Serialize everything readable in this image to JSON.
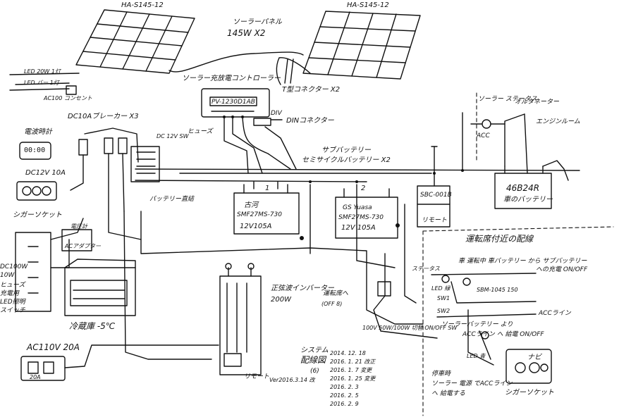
{
  "panels": {
    "left_model": "HA-S145-12",
    "right_model": "HA-S145-12",
    "title": "ソーラーパネル",
    "spec": "145W X2"
  },
  "controller": {
    "title": "ソーラー充放電コントローラー",
    "model": "PV-1230D1AB",
    "sub_label": "DIV",
    "fuse_label": "ヒューズ",
    "connector_label": "T型コネクター X2",
    "din_label": "DINコネクター"
  },
  "breaker": {
    "label": "DC10Aブレーカー X3"
  },
  "clock": {
    "label": "電波時計",
    "display": "00:00"
  },
  "dc_outlet": {
    "label": "DC12V 10A",
    "socket_label": "シガーソケット"
  },
  "led_lines": {
    "line1": "LED 20W 1灯",
    "line2": "LED バー 1灯",
    "outlet": "AC100 コンセント"
  },
  "left_edge": {
    "line1": "DC100W",
    "line2": "10W",
    "line3": "ヒューズ",
    "line4": "充電用",
    "line5": "LED照明",
    "line6": "スイッチ"
  },
  "sub_battery": {
    "title": "サブバッテリー",
    "subtitle": "セミサイクルバッテリー X2",
    "b1": {
      "num": "1",
      "brand": "古河",
      "model": "SMF27MS-730",
      "spec": "12V105A"
    },
    "b2": {
      "num": "2",
      "brand": "GS Yuasa",
      "model": "SMF27MS-730",
      "spec": "12V 105A"
    }
  },
  "isolator": {
    "model": "SBC-001B",
    "remote": "リモート"
  },
  "engine": {
    "alternator": "オルタネーター",
    "room": "エンジンルーム",
    "relay": "ACC",
    "status": "ソーラー ステータス"
  },
  "car_battery": {
    "model": "46B24R",
    "label": "車のバッテリー"
  },
  "fridge": {
    "label": "冷蔵庫 -5℃",
    "sub": "ACアダプター"
  },
  "inverter": {
    "title": "正弦波インバーター",
    "spec": "200W",
    "remote": "リモート"
  },
  "ac_outlet": {
    "label": "AC110V 20A",
    "tag": "20A"
  },
  "driver_area": {
    "title": "運転席付近の配線",
    "item1": "車 運転中 車バッテリー から サブバッテリー",
    "item2": "への充電 ON/OFF",
    "sbm": "SBM-1045 150",
    "acc": "ACCライン",
    "item3": "ソーラーバッテリー より",
    "item4": "ACCライン へ 給電 ON/OFF",
    "sw1": "SW1",
    "sw2": "SW2",
    "led_green": "LED 緑",
    "led_blue": "LED 青",
    "parking1": "停車時",
    "parking2": "ソーラー 電源 でACCライン",
    "parking3": "へ 給電する",
    "navi": "ナビ",
    "socket": "シガーソケット"
  },
  "misc": {
    "battery_relay": "バッテリー直結",
    "switch_label": "DC 12V SW",
    "meter": "電圧計",
    "relay_label": "100V 50W/100W 切替 ON/OFF SW",
    "unit_left": "運転席へ",
    "unit_left2": "(OFF 8)",
    "step": "ステータス"
  },
  "system_note": {
    "title": "システム",
    "subtitle": "配線図",
    "rev": "(6)",
    "dates": [
      "2014. 12. 18",
      "2016. 1. 21 改正",
      "2016. 1. 7 変更",
      "2016. 1. 25 変更",
      "2016. 2. 3",
      "2016. 2. 5",
      "2016. 2. 9"
    ],
    "updated": "Ver2016.3.14 改"
  },
  "colors": {
    "ink": "#111111",
    "paper": "#ffffff"
  }
}
